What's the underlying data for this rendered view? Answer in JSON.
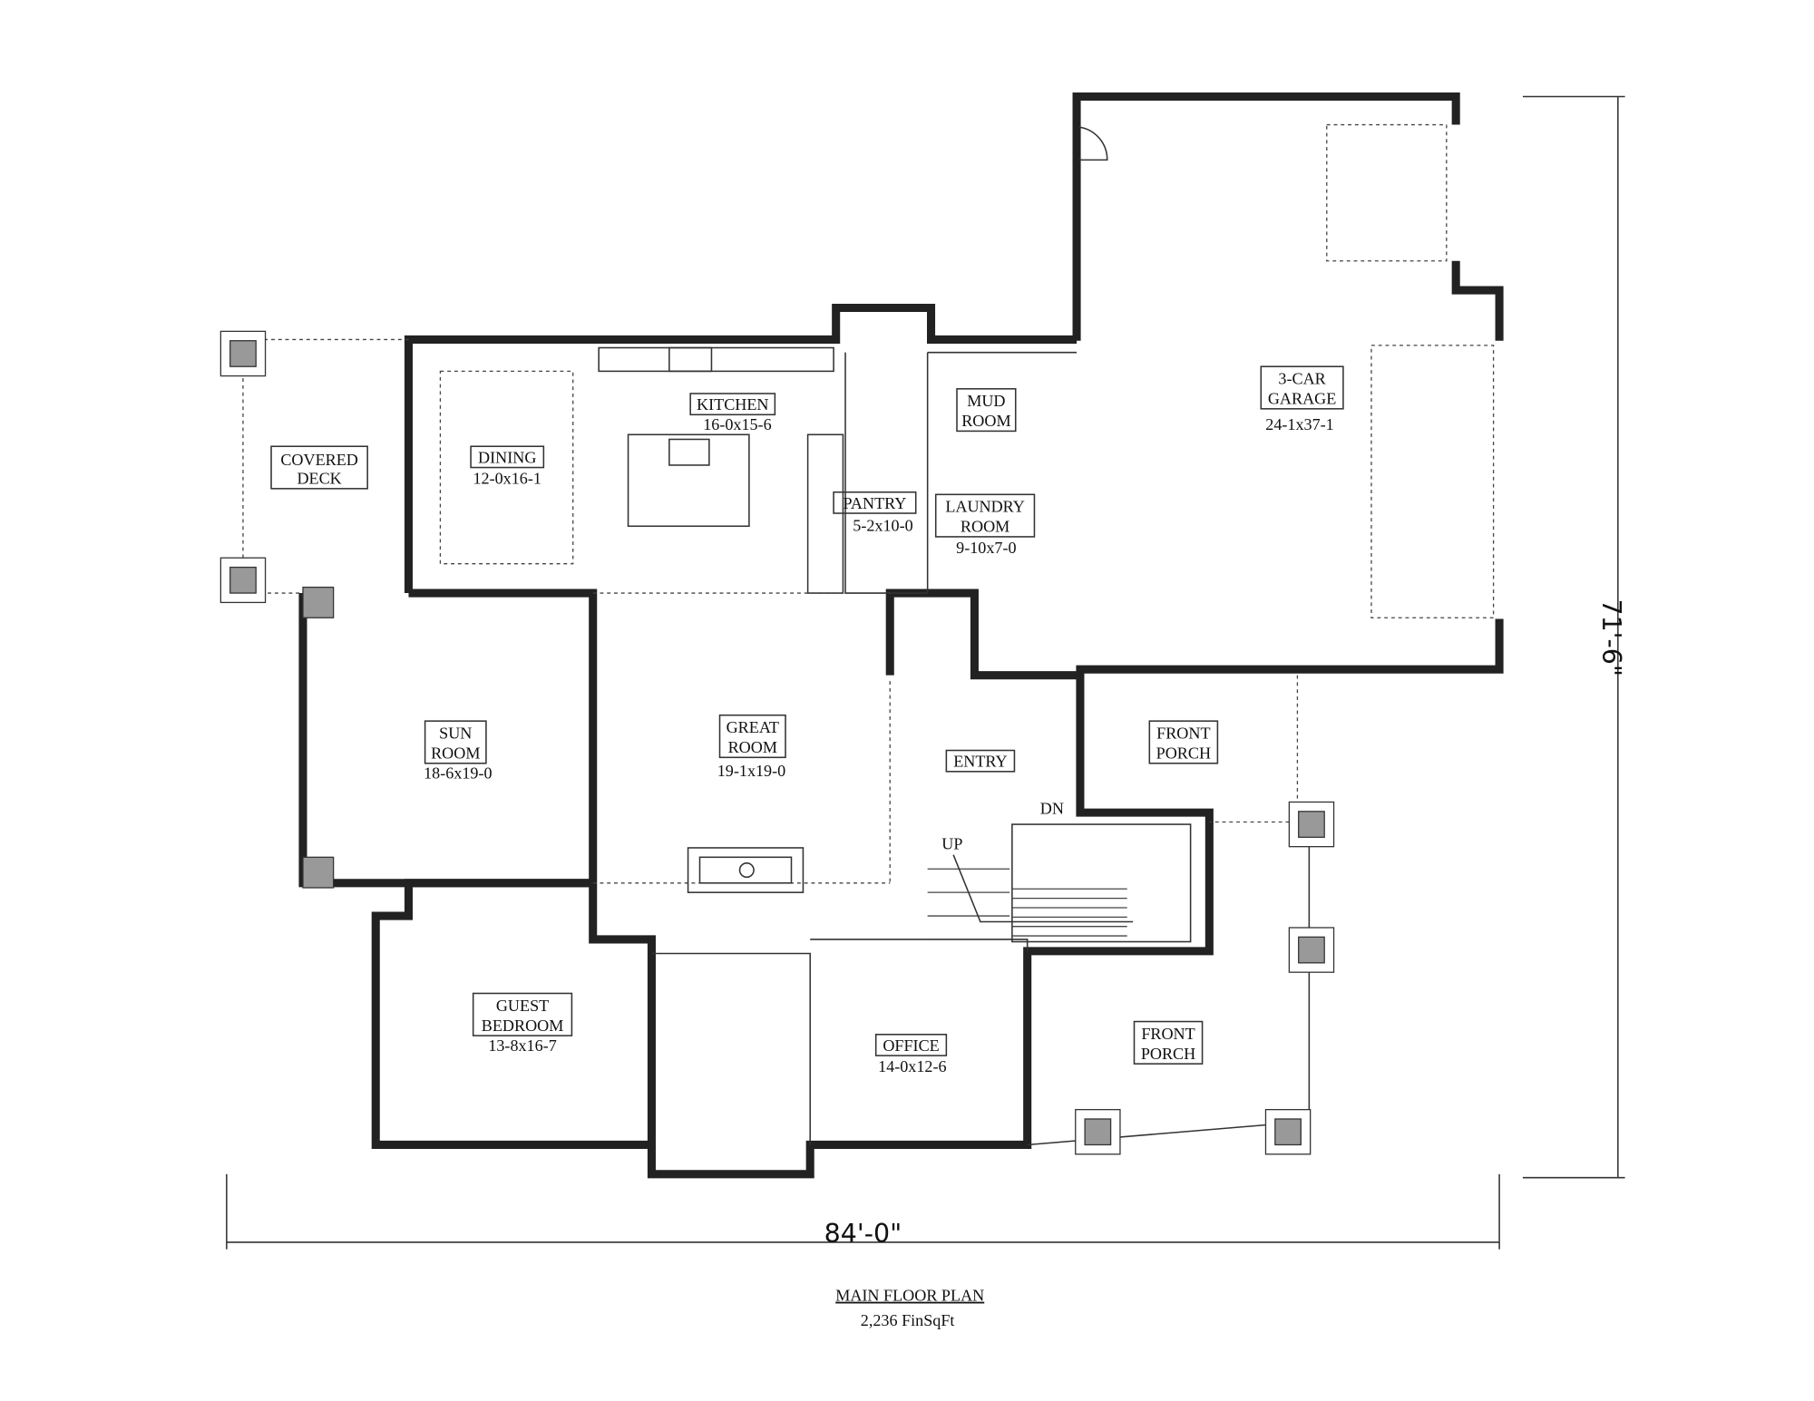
{
  "plan": {
    "title": "MAIN FLOOR PLAN",
    "area": "2,236 FinSqFt",
    "width_dim": "84'-0\"",
    "depth_dim": "71'-6\""
  },
  "rooms": {
    "covered_deck": {
      "name1": "COVERED",
      "name2": "DECK"
    },
    "dining": {
      "name": "DINING",
      "size": "12-0x16-1"
    },
    "kitchen": {
      "name": "KITCHEN",
      "size": "16-0x15-6"
    },
    "pantry": {
      "name": "PANTRY",
      "size": "5-2x10-0"
    },
    "mud_room": {
      "name1": "MUD",
      "name2": "ROOM"
    },
    "laundry": {
      "name1": "LAUNDRY",
      "name2": "ROOM",
      "size": "9-10x7-0"
    },
    "garage": {
      "name1": "3-CAR",
      "name2": "GARAGE",
      "size": "24-1x37-1"
    },
    "sun_room": {
      "name1": "SUN",
      "name2": "ROOM",
      "size": "18-6x19-0"
    },
    "great_room": {
      "name1": "GREAT",
      "name2": "ROOM",
      "size": "19-1x19-0"
    },
    "entry": {
      "name": "ENTRY"
    },
    "front_porch_upper": {
      "name1": "FRONT",
      "name2": "PORCH"
    },
    "front_porch_lower": {
      "name1": "FRONT",
      "name2": "PORCH"
    },
    "guest_bedroom": {
      "name1": "GUEST",
      "name2": "BEDROOM",
      "size": "13-8x16-7"
    },
    "office": {
      "name": "OFFICE",
      "size": "14-0x12-6"
    }
  },
  "stairs": {
    "down": "DN",
    "up": "UP"
  }
}
